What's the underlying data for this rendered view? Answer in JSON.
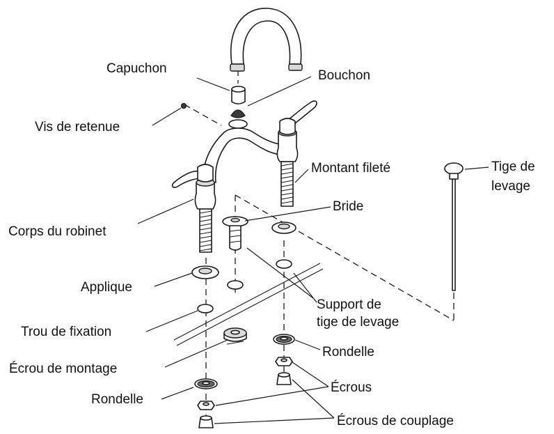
{
  "labels": {
    "capuchon": "Capuchon",
    "bouchon": "Bouchon",
    "vis_de_retenue": "Vis de retenue",
    "montant_filete": "Montant fileté",
    "tige_de_levage_1": "Tige de",
    "tige_de_levage_2": "levage",
    "bride": "Bride",
    "corps_du_robinet": "Corps du robinet",
    "applique": "Applique",
    "support_1": "Support de",
    "support_2": "tige de levage",
    "trou_de_fixation": "Trou de fixation",
    "rondelle_right": "Rondelle",
    "ecrou_de_montage": "Écrou de montage",
    "ecrous": "Écrous",
    "rondelle_left": "Rondelle",
    "ecrous_de_couplage": "Écrous de couplage"
  }
}
